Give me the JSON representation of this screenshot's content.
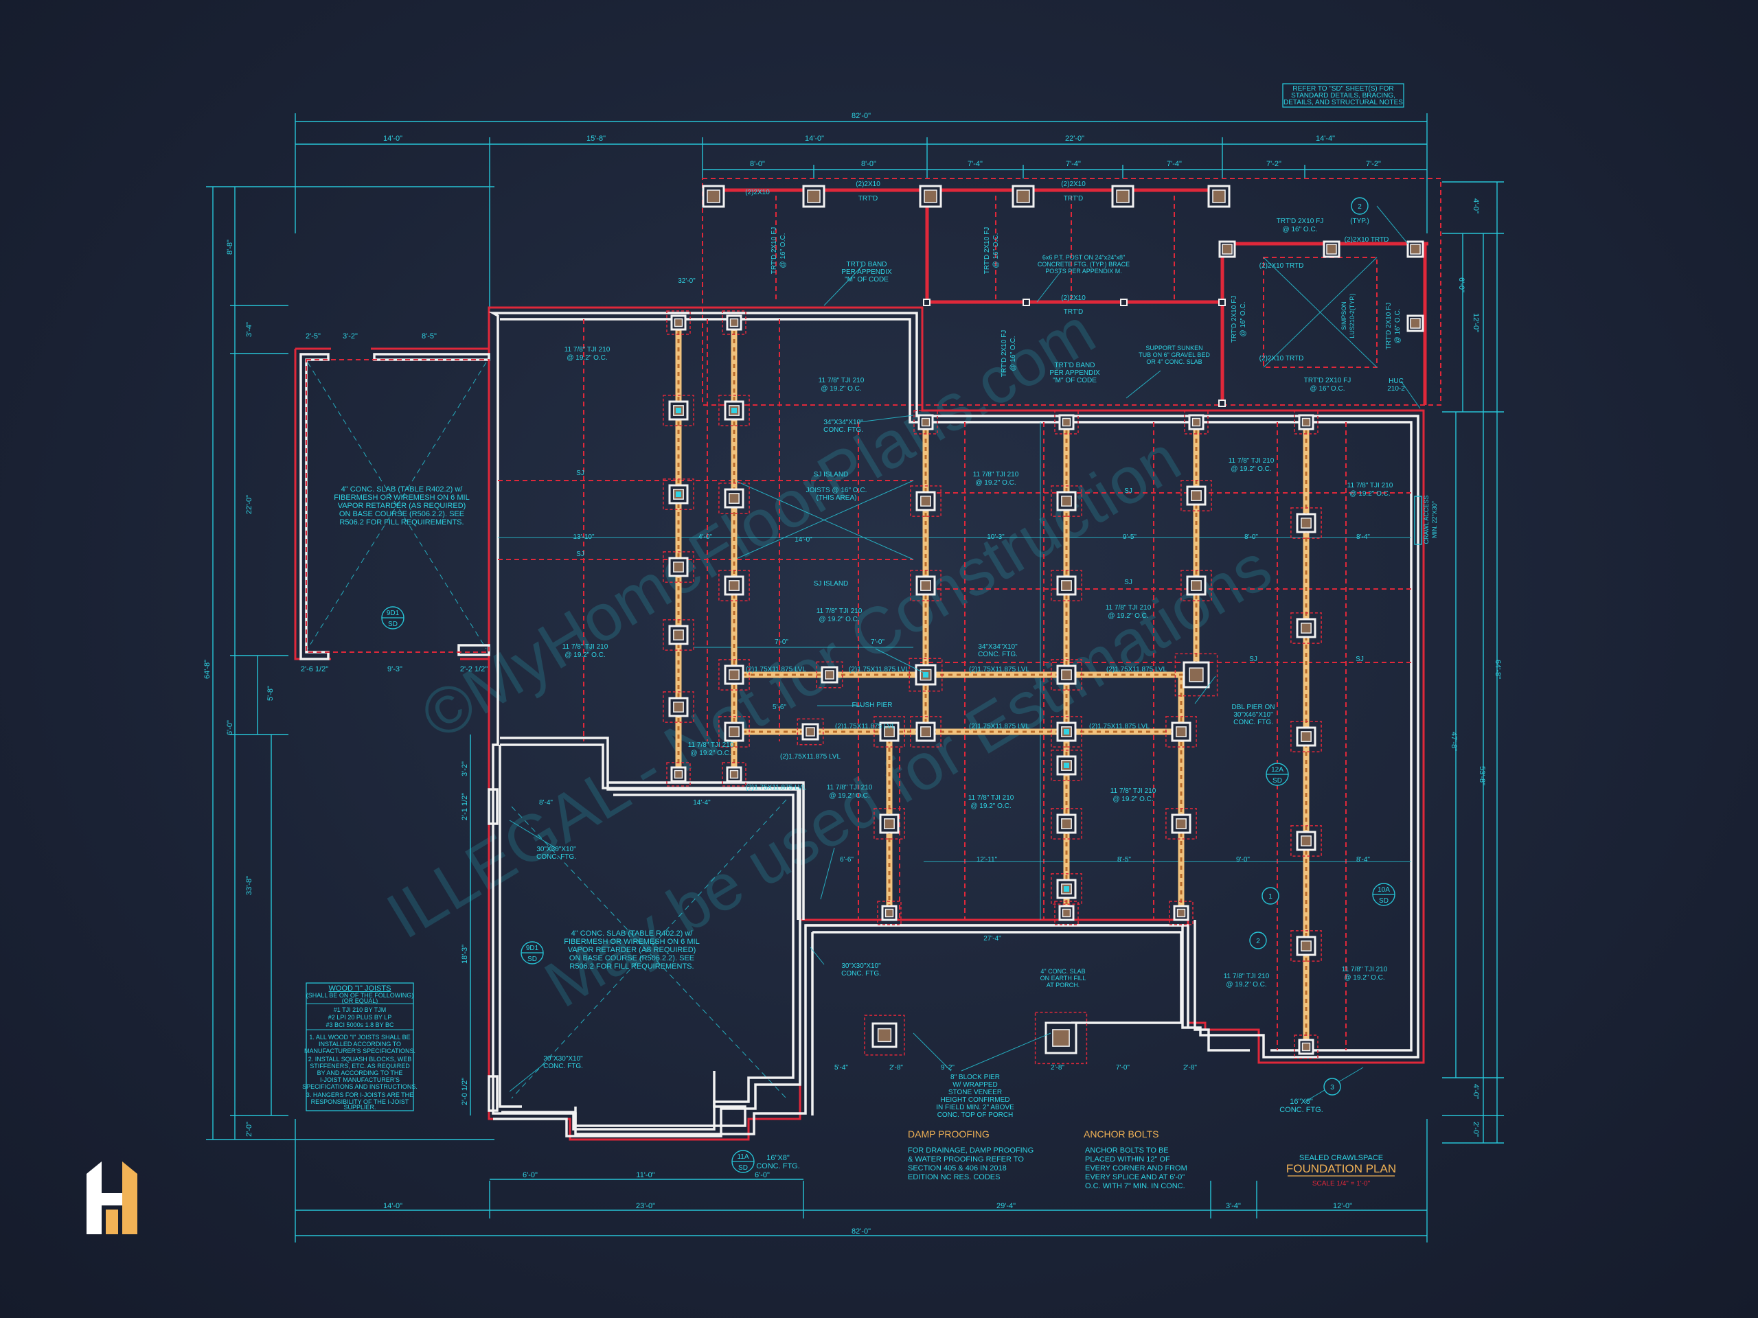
{
  "dimensions": {
    "overall_width": "82'-0\"",
    "top_row": [
      "14'-0\"",
      "15'-8\"",
      "14'-0\"",
      "22'-0\"",
      "14'-4\""
    ],
    "porch_row": [
      "8'-0\"",
      "8'-0\"",
      "7'-4\"",
      "7'-4\"",
      "7'-4\"",
      "7'-2\"",
      "7'-2\""
    ],
    "bottom_row": [
      "14'-0\"",
      "23'-0\"",
      "29'-4\"",
      "3'-4\"",
      "12'-0\""
    ],
    "bottom_sub": [
      "6'-0\"",
      "11'-0\"",
      "6'-0\""
    ],
    "left_outer": "64'-8\"",
    "left_inner": [
      "8'-8\"",
      "3'-4\"",
      "22'-0\"",
      "6'-0\"",
      "33'-8\"",
      "2'-0\""
    ],
    "left_mid": [
      "5'-8\"",
      "3'-2\"",
      "2'-1 1/2\"",
      "18'-3\"",
      "2'-0 1/2\""
    ],
    "right_outer": "64'-8\"",
    "right_inner": [
      "4'-0\"",
      "12'-0\"",
      "47'-8\"",
      "4'-0\"",
      "2'-0\""
    ],
    "right_mid": [
      "6'-0\"",
      "53'-8\""
    ],
    "garage_top": [
      "2'-5\"",
      "3'-2\"",
      "8'-5\""
    ],
    "garage_bottom": [
      "2'-6 1/2\"",
      "9'-3\"",
      "2'-2 1/2\""
    ],
    "interior": [
      "32'-0\"",
      "13'-10\"",
      "4'-0\"",
      "14'-0\"",
      "10'-3\"",
      "9'-5\"",
      "8'-0\"",
      "8'-4\"",
      "7'-0\"",
      "7'-0\"",
      "5'-6\"",
      "8'-4\"",
      "14'-4\"",
      "6'-6\"",
      "12'-11\"",
      "8'-5\"",
      "9'-0\"",
      "8'-4\"",
      "27'-4\"",
      "5'-4\"",
      "2'-8\"",
      "9'-2\"",
      "2'-8\"",
      "7'-0\"",
      "2'-8\""
    ]
  },
  "notes": {
    "refer": [
      "REFER TO \"SD\" SHEET(S) FOR",
      "STANDARD DETAILS, BRACING,",
      "DETAILS, AND STRUCTURAL NOTES"
    ],
    "slab_garage": [
      "4\" CONC. SLAB (TABLE R402.2) w/",
      "FIBERMESH OR WIREMESH ON 6 MIL",
      "VAPOR RETARDER (AS REQUIRED)",
      "ON BASE COURSE (R506.2.2). SEE",
      "R506.2 FOR FILL REQUIREMENTS."
    ],
    "slab_lower": [
      "4\" CONC. SLAB (TABLE R402.2) w/",
      "FIBERMESH OR WIREMESH ON 6 MIL",
      "VAPOR RETARDER (AS REQUIRED)",
      "ON BASE COURSE (R506.2.2). SEE",
      "R506.2 FOR FILL REQUIREMENTS."
    ],
    "trtd_band": [
      "TRT'D BAND",
      "PER APPENDIX",
      "\"M\" OF CODE"
    ],
    "post": [
      "6x6 P.T. POST ON 24\"x24\"x8\"",
      "CONCRETE FTG. (TYP.) BRACE",
      "POSTS PER APPENDIX M."
    ],
    "sunken": [
      "SUPPORT SUNKEN",
      "TUB ON 6\" GRAVEL BED",
      "OR 4\" CONC. SLAB"
    ],
    "trtd_band2": [
      "TRT'D BAND",
      "PER APPENDIX",
      "\"M\" OF CODE"
    ],
    "ftg_34": [
      "34\"X34\"X10\"",
      "CONC. FTG."
    ],
    "ftg_34b": [
      "34\"X34\"X10\"",
      "CONC. FTG."
    ],
    "sj_island": "SJ ISLAND",
    "joists": [
      "JOISTS @ 16\" O.C.",
      "(THIS AREA)"
    ],
    "sj_island2": "SJ ISLAND",
    "flush_pier": "FLUSH PIER",
    "dbl_pier": [
      "DBL PIER ON",
      "30\"X46\"X10\"",
      "CONC. FTG."
    ],
    "ftg_30a": [
      "30\"X30\"X10\"",
      "CONC. FTG."
    ],
    "ftg_30b": [
      "30\"X30\"X10\"",
      "CONC. FTG."
    ],
    "ftg_30c": [
      "30\"X30\"X10\"",
      "CONC. FTG."
    ],
    "porch_slab": [
      "4\" CONC. SLAB",
      "ON EARTH FILL",
      "AT PORCH."
    ],
    "block_pier": [
      "8\" BLOCK PIER",
      "W/ WRAPPED",
      "STONE VENEER",
      "HEIGHT CONFIRMED",
      "IN FIELD MIN. 2\" ABOVE",
      "CONC. TOP OF PORCH"
    ],
    "ftg_16a": [
      "16\"X8\"",
      "CONC. FTG."
    ],
    "ftg_16b": [
      "16\"X8\"",
      "CONC. FTG."
    ],
    "crawl": [
      "CRAWL ACCESS",
      "MIN. 22\"X30\""
    ],
    "huc": [
      "HUC",
      "210-2"
    ],
    "simpson": [
      "SIMPSON",
      "LUS210-2(TYP.)"
    ],
    "typ": "(TYP.)"
  },
  "members": {
    "tji_1": [
      "11 7/8\" TJI 210",
      "@ 19.2\" O.C."
    ],
    "tji": "11 7/8\" TJI 210",
    "oc192": "@ 19.2\" O.C.",
    "lvl": "(2)1.75X11.875 LVL",
    "dbl2x10": "(2)2X10",
    "trtd": "TRT'D",
    "trtd_fj": "TRT'D 2X10 FJ",
    "oc16": "@ 16\" O.C.",
    "dbl2x10_trtd": "(2)2X10 TRTD",
    "sj": "SJ"
  },
  "wood_joists": {
    "title": "WOOD \"I\" JOISTS",
    "sub": [
      "(SHALL BE ON OF THE FOLLOWING)",
      "(OR EQUAL)"
    ],
    "list": [
      "#1 TJI 210 BY TJM",
      "#2 LPI 20 PLUS BY LP",
      "#3 BCI 5000s 1.8 BY BC"
    ],
    "notes": [
      "1. ALL WOOD \"I\" JOISTS SHALL BE",
      "INSTALLED ACCORDING TO",
      "MANUFACTURER'S SPECIFICATIONS.",
      "2. INSTALL SQUASH BLOCKS, WEB",
      "STIFFENERS, ETC. AS REQUIRED",
      "BY AND ACCORDING TO THE",
      "I-JOIST MANUFACTURER'S",
      "SPECIFICATIONS AND INSTRUCTIONS.",
      "3. HANGERS FOR I-JOISTS ARE THE",
      "RESPONSIBILITY OF THE I-JOIST",
      "SUPPLIER."
    ]
  },
  "damp_proofing": {
    "title": "DAMP PROOFING",
    "lines": [
      "FOR DRAINAGE, DAMP PROOFING",
      "& WATER PROOFING REFER TO",
      "SECTION 405 & 406 IN 2018",
      "EDITION NC RES. CODES"
    ]
  },
  "anchor_bolts": {
    "title": "ANCHOR BOLTS",
    "lines": [
      "ANCHOR BOLTS TO BE",
      "PLACED WITHIN 12\" OF",
      "EVERY CORNER AND FROM",
      "EVERY SPLICE AND AT 6'-0\"",
      "O.C. WITH 7\" MIN. IN CONC."
    ]
  },
  "title_block": {
    "pre": "SEALED CRAWLSPACE",
    "title": "FOUNDATION PLAN",
    "scale": "SCALE 1/4\" = 1'-0\""
  },
  "tags": {
    "d1": "9D1",
    "d1s": "SD",
    "d2": "9D1",
    "d2s": "SD",
    "d3": "12A",
    "d3s": "SD",
    "d4": "10A",
    "d4s": "SD",
    "d5": "11A",
    "d5s": "SD",
    "c1": "1",
    "c2": "2",
    "c3": "3",
    "c4": "2"
  },
  "watermark": [
    "©MyHomeFloorPlans.com",
    "ILLEGAL - Not for Construction",
    "May be used for Estimations"
  ],
  "colors": {
    "cyan": "#2fd3e3",
    "red": "#e0283a",
    "orange": "#f2b356",
    "background": "#1c2437"
  },
  "logo_icon": "house-logo-icon"
}
